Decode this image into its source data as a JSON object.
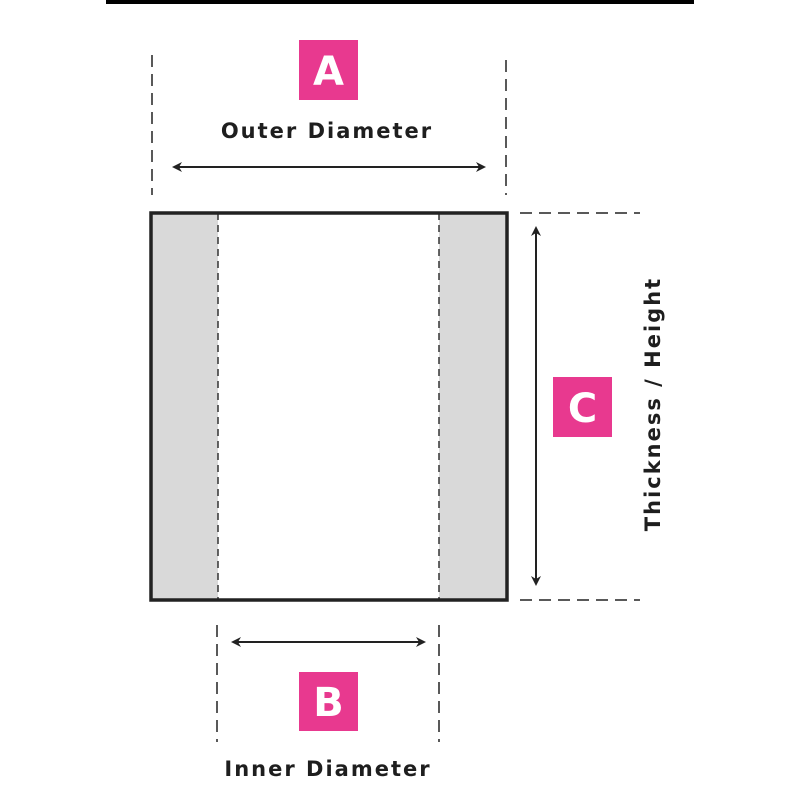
{
  "colors": {
    "accent": "#e8398f",
    "wall": "#d9d9d9",
    "line": "#222222"
  },
  "dimensions": [
    {
      "letter": "A",
      "label": "Outer Diameter"
    },
    {
      "letter": "B",
      "label": "Inner Diameter"
    },
    {
      "letter": "C",
      "label": "Thickness / Height"
    }
  ]
}
